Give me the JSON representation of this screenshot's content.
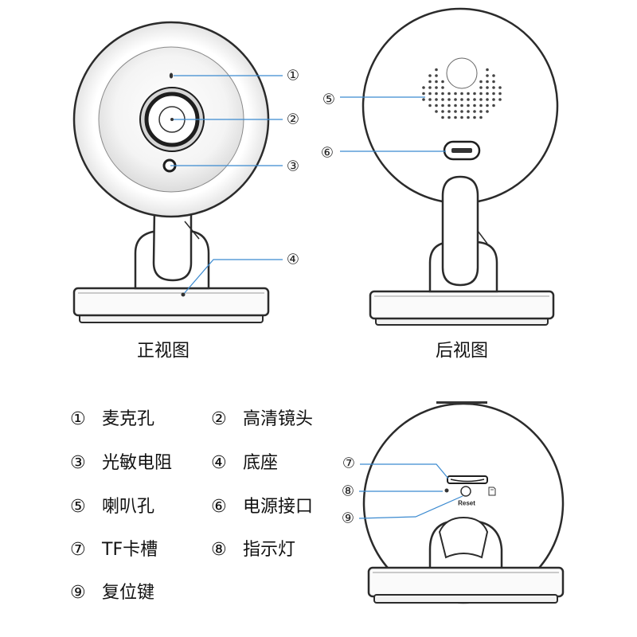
{
  "colors": {
    "callout_line": "#3b8ad0",
    "outline": "#2b2b2b",
    "background": "#ffffff"
  },
  "front_view": {
    "label": "正视图",
    "callouts": {
      "mic": "①",
      "lens": "②",
      "light_sensor": "③",
      "base": "④"
    }
  },
  "back_view": {
    "label": "后视图",
    "callouts": {
      "speaker": "⑤",
      "power_port": "⑥"
    }
  },
  "bottom_view": {
    "reset_label": "Reset",
    "callouts": {
      "tf_slot": "⑦",
      "indicator": "⑧",
      "reset": "⑨"
    }
  },
  "legend": [
    {
      "num": "①",
      "text": "麦克孔"
    },
    {
      "num": "②",
      "text": "高清镜头"
    },
    {
      "num": "③",
      "text": "光敏电阻"
    },
    {
      "num": "④",
      "text": "底座"
    },
    {
      "num": "⑤",
      "text": "喇叭孔"
    },
    {
      "num": "⑥",
      "text": "电源接口"
    },
    {
      "num": "⑦",
      "text": "TF卡槽"
    },
    {
      "num": "⑧",
      "text": "指示灯"
    },
    {
      "num": "⑨",
      "text": "复位键"
    }
  ]
}
